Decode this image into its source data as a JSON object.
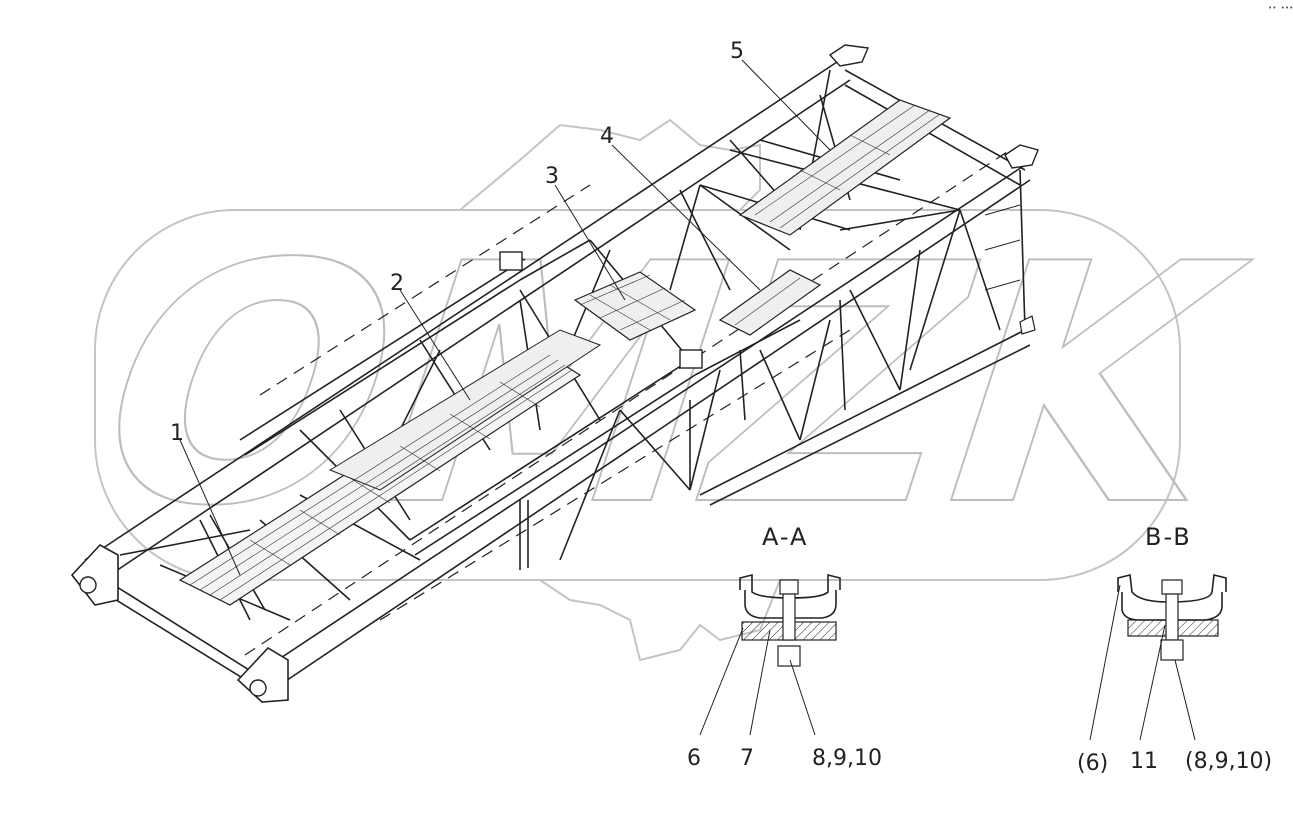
{
  "watermark": {
    "text": "OMZK",
    "color": "#bdbdbd"
  },
  "corner_mark": "•• •••",
  "callouts": {
    "c1": "1",
    "c2": "2",
    "c3": "3",
    "c4": "4",
    "c5": "5"
  },
  "section_aa": {
    "title": "A-A",
    "labels": [
      "6",
      "7",
      "8,9,10"
    ]
  },
  "section_bb": {
    "title": "B-B",
    "labels": [
      "(6)",
      "11",
      "(8,9,10)"
    ]
  },
  "colors": {
    "line": "#222222",
    "background": "#ffffff"
  }
}
